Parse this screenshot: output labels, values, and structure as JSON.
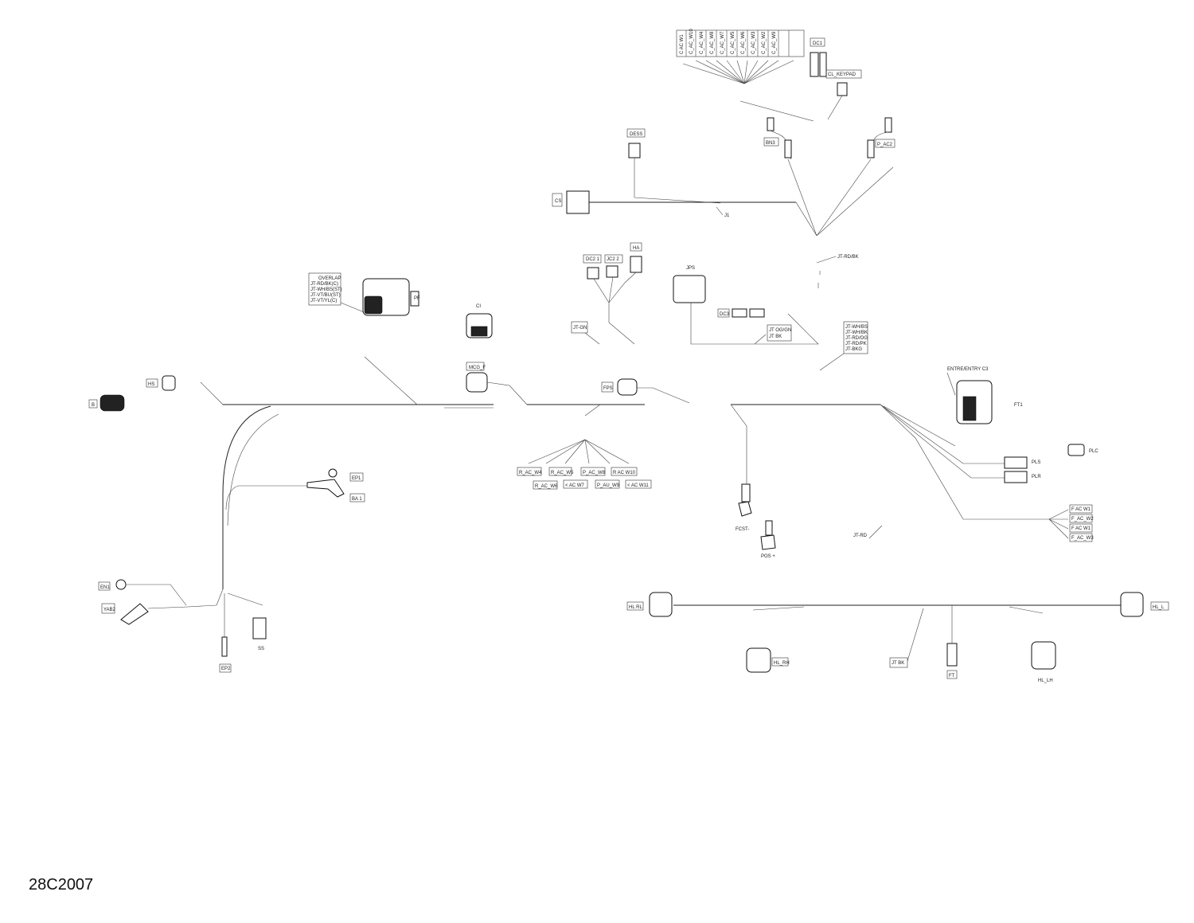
{
  "diagram": {
    "code": "28C2007",
    "labels": {
      "ac_w1": "C AC W1",
      "ac_w10": "C_AC_W10",
      "ac_w4": "C_AC_W4",
      "ac_w8": "C_AC_W8",
      "ac_w7": "C_AC_W7",
      "ac_w5": "C_AC_W5",
      "ac_w6": "C_AC_W6",
      "ac_w3": "C_AC_W3",
      "ac_w2": "C_AC_W2",
      "ac_w9": "C_AC_W9",
      "dc1": "DC1",
      "keypad": "CL_KEYPAD",
      "dess": "DESS",
      "bn3": "BN3",
      "p_ac2": "P_AC2",
      "cs": "CS",
      "j1": "J1",
      "jt_rdbk": "JT-RD/BK",
      "dc2_1": "DC2 1",
      "dc2_2": "JC2 2",
      "ha": "HA",
      "jps": "JPS",
      "dc3": "DC3",
      "jt_ocgn": "JT OG/GN",
      "jt_bk": "JT BK",
      "jt_list": [
        "JT-WH/BS",
        "JT-WH/BK",
        "JT-RD/OG",
        "JT-RD/PK",
        "JT-BKG"
      ],
      "overlap": [
        "OVERLAP",
        "JT-RD/BK(C)",
        "JT-WH/BS(ST)",
        "JT-VT/BU(ST)",
        "JT-VT/YL(C)"
      ],
      "pf": "PF",
      "ci": "CI",
      "mcg": "MCG_F",
      "jt_gn": "JT-GN",
      "fps": "FPS",
      "hs": "HS",
      "b": "B",
      "entree": "ENTRE/ENTRY C3",
      "ft1": "FT1",
      "plc": "PLC",
      "pls": "PLS",
      "plr": "PLR",
      "rac": [
        "R_AC_W4",
        "R_AC_W5",
        "P_AC_W8",
        "R AC W10",
        "R_AC_W6",
        "< AC W7",
        "P_AU_W9",
        "< AC W11"
      ],
      "fac": [
        "F AC W1",
        "F_AC_W2",
        "F AC W1",
        "F_AC_W3"
      ],
      "ep1": "EP1",
      "ba1": "BA 1",
      "en1": "EN1",
      "ab2": "YAB2",
      "ss": "SS",
      "ep2": "EP2",
      "fcst": "FCST-",
      "pos": "POS +",
      "jtrd": "JT-RD",
      "hl_rl": "HL RL",
      "hl_l": "HL_L",
      "hl_rh": "HL_RH",
      "jt_bk2": "JT BK",
      "ft": "FT",
      "hl_lh": "HL_LH"
    }
  }
}
